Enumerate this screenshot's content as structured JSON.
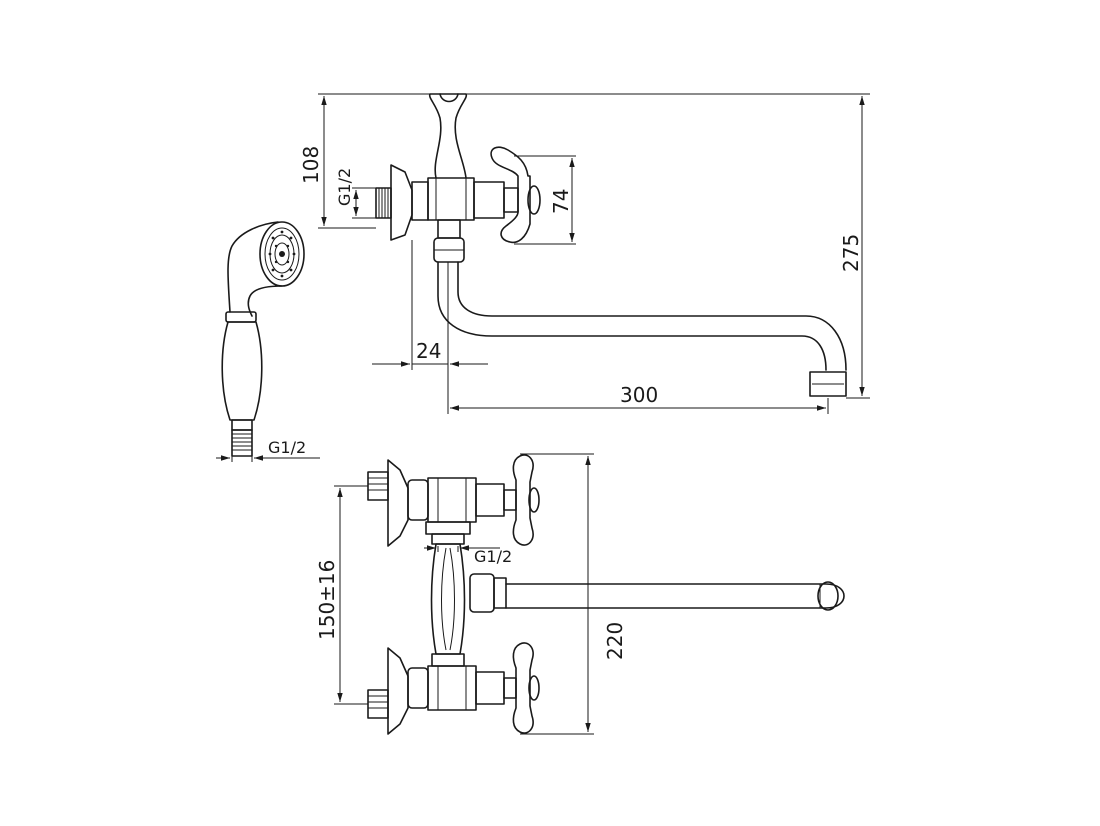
{
  "dimensions": {
    "side_height_top": "108",
    "side_inlet_thread": "G1/2",
    "side_handle_height": "74",
    "side_total_height": "275",
    "side_wall_offset": "24",
    "side_spout_reach": "300",
    "hand_shower_thread": "G1/2",
    "front_center_distance": "150±16",
    "front_shower_thread": "G1/2",
    "front_total_height": "220"
  }
}
